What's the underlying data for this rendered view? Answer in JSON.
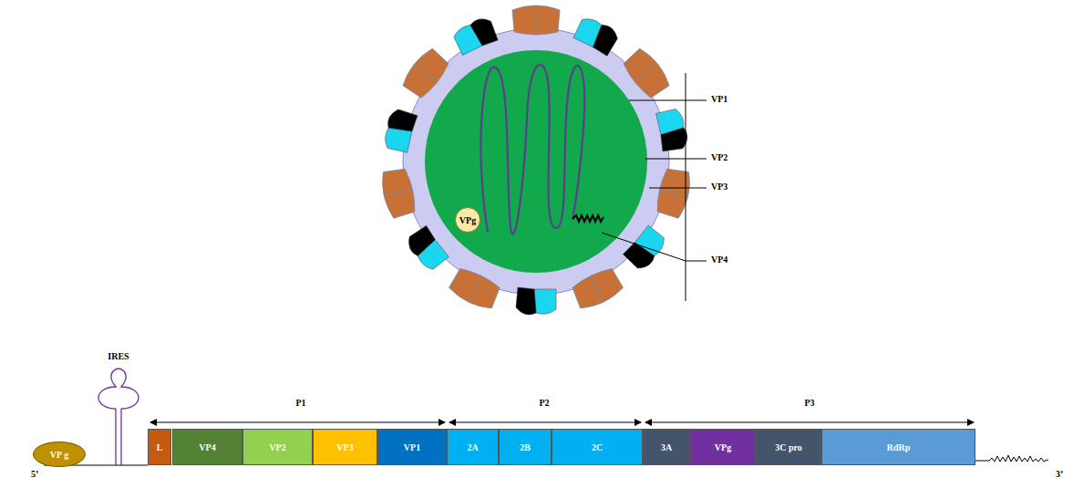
{
  "diagram": {
    "nodes": [
      {
        "text": [
          "VPg"
        ]
      },
      {
        "text": [
          "VP g"
        ]
      },
      {
        "text": [
          "L"
        ]
      },
      {
        "text": [
          "VP4"
        ]
      },
      {
        "text": [
          "VP2"
        ]
      },
      {
        "text": [
          "VP3"
        ]
      },
      {
        "text": [
          "VP1"
        ]
      },
      {
        "text": [
          "2A"
        ]
      },
      {
        "text": [
          "2B"
        ]
      },
      {
        "text": [
          "2C"
        ]
      },
      {
        "text": [
          "3A"
        ]
      },
      {
        "text": [
          "VPg"
        ]
      },
      {
        "text": [
          "3C pro"
        ]
      },
      {
        "text": [
          "RdRp"
        ]
      }
    ],
    "labels": [
      "VP1",
      "VP2",
      "VP3",
      "VP4",
      "IRES",
      "P1",
      "P2",
      "P3",
      "5’",
      "3’"
    ]
  }
}
